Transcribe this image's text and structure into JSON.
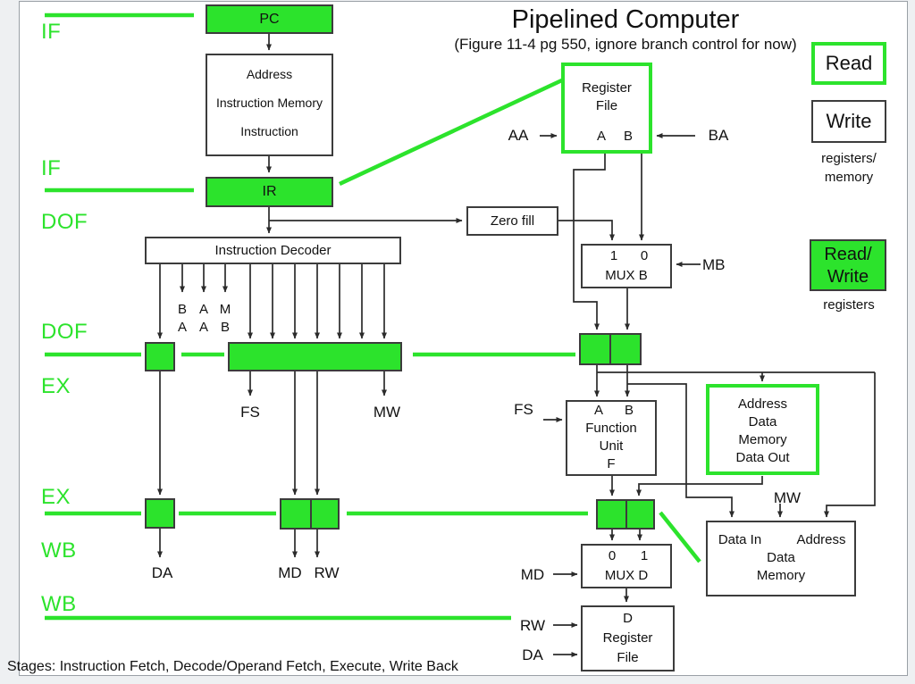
{
  "colors": {
    "green": "#2ce32c",
    "wire": "#2b2b2b"
  },
  "header": {
    "title": "Pipelined Computer",
    "subtitle": "(Figure 11-4 pg 550, ignore branch control for now)"
  },
  "footer": {
    "stages": "Stages: Instruction Fetch, Decode/Operand Fetch, Execute, Write Back"
  },
  "stage_rails": {
    "if_top": "IF",
    "if_bottom": "IF",
    "dof_top": "DOF",
    "dof_bottom": "DOF",
    "ex_top": "EX",
    "ex_bottom": "EX",
    "wb_top": "WB",
    "wb_bottom": "WB"
  },
  "blocks": {
    "pc": {
      "label": "PC"
    },
    "imem": {
      "line1": "Address",
      "line2": "Instruction Memory",
      "line3": "Instruction"
    },
    "ir": {
      "label": "IR"
    },
    "zero_fill": {
      "label": "Zero fill"
    },
    "decoder": {
      "label": "Instruction Decoder"
    },
    "regfile": {
      "line1": "Register",
      "line2": "File",
      "port_a": "A",
      "port_b": "B"
    },
    "mux_b": {
      "in1": "1",
      "in0": "0",
      "label": "MUX B"
    },
    "function_unit": {
      "port_a": "A",
      "port_b": "B",
      "line1": "Function",
      "line2": "Unit",
      "line3": "F"
    },
    "mem_read": {
      "line1": "Address",
      "line2": "Data",
      "line3": "Memory",
      "line4": "Data Out"
    },
    "mem_write": {
      "port_in": "Data In",
      "port_addr": "Address",
      "line1": "Data",
      "line2": "Memory"
    },
    "mux_d": {
      "in0": "0",
      "in1": "1",
      "label": "MUX D"
    },
    "d_regfile": {
      "line1": "D",
      "line2": "Register",
      "line3": "File"
    }
  },
  "signals": {
    "aa": "AA",
    "ba": "BA",
    "mb": "MB",
    "fs_reg": "FS",
    "mw_reg": "MW",
    "fs_fu": "FS",
    "mw_mem": "MW",
    "da_reg": "DA",
    "md_reg": "MD",
    "rw_reg": "RW",
    "md_mux": "MD",
    "rw_wb": "RW",
    "da_wb": "DA",
    "decode_cols": [
      {
        "top": "B",
        "bottom": "A"
      },
      {
        "top": "A",
        "bottom": "A"
      },
      {
        "top": "M",
        "bottom": "B"
      }
    ]
  },
  "legend": {
    "read": "Read",
    "write": "Write",
    "caption1": "registers/",
    "caption2": "memory",
    "rw_line1": "Read/",
    "rw_line2": "Write",
    "caption3": "registers"
  }
}
